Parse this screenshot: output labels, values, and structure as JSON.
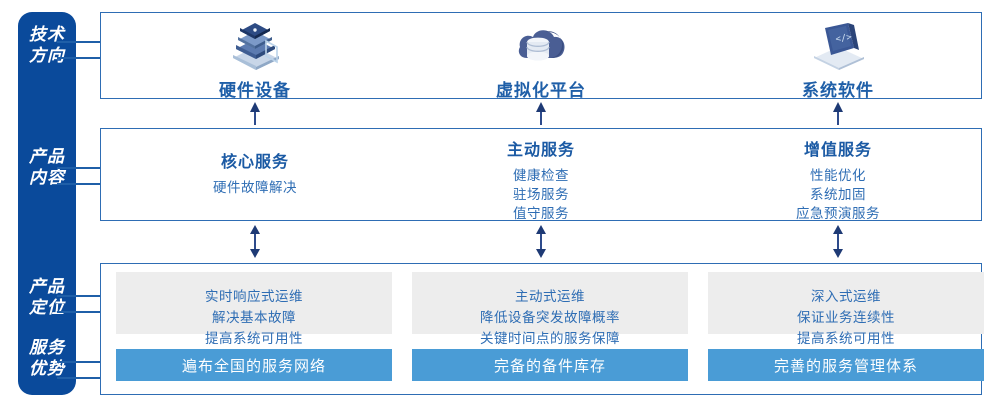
{
  "sidebar": {
    "items": [
      {
        "name": "tech-direction",
        "line1": "技术",
        "line2": "方向"
      },
      {
        "name": "product-content",
        "line1": "产品",
        "line2": "内容"
      },
      {
        "name": "product-positioning",
        "line1": "产品",
        "line2": "定位"
      },
      {
        "name": "service-advantage",
        "line1": "服务",
        "line2": "优势"
      }
    ],
    "bg_color": "#0A4A9B",
    "text_color": "#FFFFFF"
  },
  "tech_row": {
    "columns": [
      {
        "icon": "server-stack-icon",
        "label": "硬件设备"
      },
      {
        "icon": "cloud-database-icon",
        "label": "虚拟化平台"
      },
      {
        "icon": "laptop-code-icon",
        "label": "系统软件"
      }
    ]
  },
  "content_row": {
    "columns": [
      {
        "title": "核心服务",
        "items": [
          "硬件故障解决"
        ]
      },
      {
        "title": "主动服务",
        "items": [
          "健康检查",
          "驻场服务",
          "值守服务"
        ]
      },
      {
        "title": "增值服务",
        "items": [
          "性能优化",
          "系统加固",
          "应急预演服务"
        ]
      }
    ]
  },
  "positioning_row": {
    "cards": [
      {
        "lines": [
          "实时响应式运维",
          "解决基本故障",
          "提高系统可用性"
        ]
      },
      {
        "lines": [
          "主动式运维",
          "降低设备突发故障概率",
          "关键时间点的服务保障"
        ]
      },
      {
        "lines": [
          "深入式运维",
          "保证业务连续性",
          "提高系统可用性"
        ]
      }
    ],
    "bg_color": "#EDEDED"
  },
  "advantage_row": {
    "bars": [
      "遍布全国的服务网络",
      "完备的备件库存",
      "完善的服务管理体系"
    ],
    "bg_color": "#4A9CD6"
  },
  "colors": {
    "panel_border": "#2E6DB4",
    "title_blue": "#1B5AA4",
    "body_blue": "#2E6DB4",
    "connector": "#1F5FA8"
  }
}
